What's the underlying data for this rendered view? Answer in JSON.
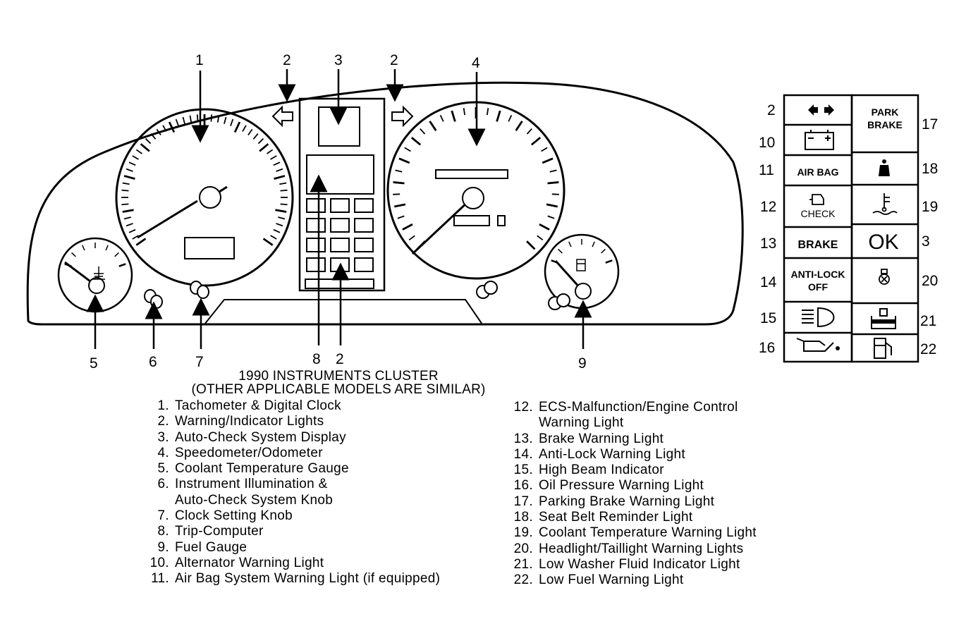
{
  "diagram": {
    "caption_line1": "1990 INSTRUMENTS CLUSTER",
    "caption_line2": "(OTHER APPLICABLE MODELS ARE SIMILAR)",
    "callouts": {
      "c1": "1",
      "c2a": "2",
      "c3": "3",
      "c2b": "2",
      "c4": "4",
      "c5": "5",
      "c6": "6",
      "c7": "7",
      "c8": "8",
      "c2c": "2",
      "c9": "9"
    },
    "panel_numbers": {
      "n2": "2",
      "n10": "10",
      "n11": "11",
      "n12": "12",
      "n13": "13",
      "n14": "14",
      "n15": "15",
      "n16": "16",
      "n17": "17",
      "n18": "18",
      "n19": "19",
      "n3": "3",
      "n20": "20",
      "n21": "21",
      "n22": "22"
    },
    "panel_labels": {
      "airbag": "AIR BAG",
      "check": "CHECK",
      "brake": "BRAKE",
      "antilock_1": "ANTI-LOCK",
      "antilock_2": "OFF",
      "park_1": "PARK",
      "park_2": "BRAKE",
      "ok": "OK"
    },
    "icons": [
      "turn-signal-icon",
      "battery-icon",
      "engine-check-icon",
      "high-beam-icon",
      "oil-can-icon",
      "seat-belt-icon",
      "coolant-temp-icon",
      "headlight-bulb-icon",
      "washer-fluid-icon",
      "fuel-pump-icon"
    ]
  },
  "legend_left": [
    {
      "num": "1.",
      "text": "Tachometer & Digital Clock"
    },
    {
      "num": "2.",
      "text": "Warning/Indicator Lights"
    },
    {
      "num": "3.",
      "text": "Auto-Check System Display"
    },
    {
      "num": "4.",
      "text": "Speedometer/Odometer"
    },
    {
      "num": "5.",
      "text": "Coolant Temperature Gauge"
    },
    {
      "num": "6.",
      "text": "Instrument Illumination &"
    },
    {
      "num": "",
      "text": "Auto-Check System Knob"
    },
    {
      "num": "7.",
      "text": "Clock Setting Knob"
    },
    {
      "num": "8.",
      "text": "Trip-Computer"
    },
    {
      "num": "9.",
      "text": "Fuel Gauge"
    },
    {
      "num": "10.",
      "text": "Alternator Warning Light"
    },
    {
      "num": "11.",
      "text": "Air Bag System Warning Light (if equipped)"
    }
  ],
  "legend_right": [
    {
      "num": "12.",
      "text": "ECS-Malfunction/Engine Control"
    },
    {
      "num": "",
      "text": "Warning Light"
    },
    {
      "num": "13.",
      "text": "Brake Warning Light"
    },
    {
      "num": "14.",
      "text": "Anti-Lock Warning Light"
    },
    {
      "num": "15.",
      "text": "High Beam Indicator"
    },
    {
      "num": "16.",
      "text": "Oil Pressure Warning Light"
    },
    {
      "num": "17.",
      "text": "Parking Brake Warning Light"
    },
    {
      "num": "18.",
      "text": "Seat Belt Reminder Light"
    },
    {
      "num": "19.",
      "text": "Coolant Temperature Warning Light"
    },
    {
      "num": "20.",
      "text": "Headlight/Taillight Warning Lights"
    },
    {
      "num": "21.",
      "text": "Low Washer Fluid Indicator Light"
    },
    {
      "num": "22.",
      "text": "Low Fuel Warning Light"
    }
  ]
}
